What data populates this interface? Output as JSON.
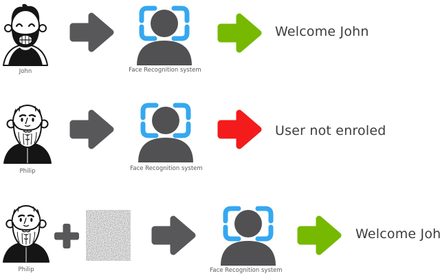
{
  "rows": [
    {
      "person": "John",
      "system": "Face Recognition system",
      "result": "Welcome John",
      "result_status": "accepted",
      "input": "genuine-face"
    },
    {
      "person": "Philip",
      "system": "Face Recognition system",
      "result": "User not enroled",
      "result_status": "rejected",
      "input": "genuine-face"
    },
    {
      "person": "Philip",
      "system": "Face Recognition system",
      "result": "Welcome John",
      "result_status": "accepted",
      "input": "face-plus-adversarial-noise"
    }
  ],
  "icons": {
    "arrow": "arrow-right-icon",
    "plus": "plus-icon",
    "noise": "adversarial-noise-square",
    "face_scan": "person-in-scan-frame-icon",
    "avatar": "cartoon-portrait"
  },
  "colors": {
    "background": "#ffffff",
    "arrow_gray": "#58585a",
    "arrow_green": "#76b900",
    "arrow_red": "#f31b1b",
    "scan_bracket_blue": "#35a8f0",
    "silhouette_gray": "#515153",
    "result_text": "#3d3d3d",
    "caption_text": "#595959",
    "ink": "#151515"
  }
}
